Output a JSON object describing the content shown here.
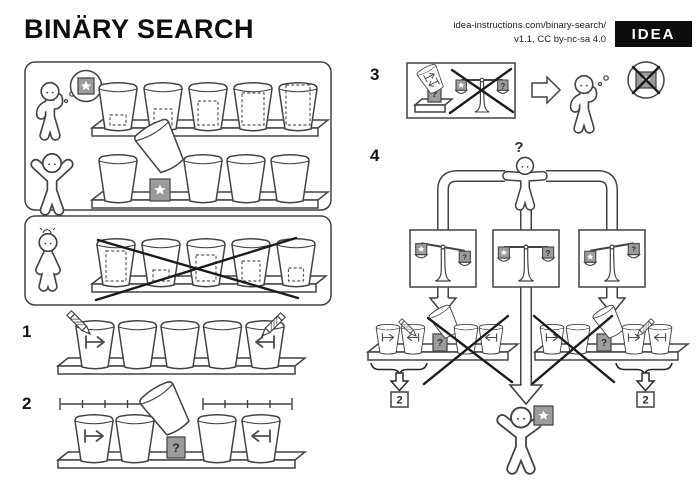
{
  "header": {
    "title": "BINÄRY SEARCH",
    "url": "idea-instructions.com/binary-search/",
    "license": "v1.1, CC by-nc-sa 4.0",
    "logo": "IDEA"
  },
  "steps": {
    "s1": "1",
    "s2": "2",
    "s3": "3",
    "s4": "4"
  },
  "glyphs": {
    "question": "?",
    "star": "★"
  },
  "goto": {
    "label": "2"
  },
  "colors": {
    "ink": "#424242",
    "gray_box": "#9c9c9c",
    "logo_bg": "#0d0d0d"
  }
}
